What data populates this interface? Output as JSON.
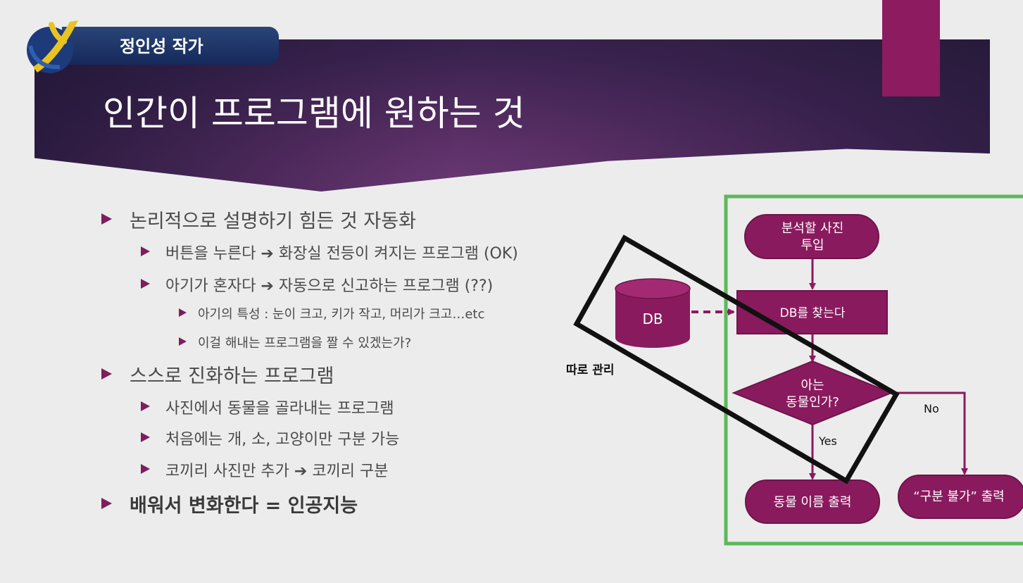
{
  "header": {
    "brand": "정인성 작가",
    "title": "인간이 프로그램에 원하는 것"
  },
  "bullets": [
    {
      "level": 1,
      "text": "논리적으로 설명하기 힘든 것 자동화",
      "bold": false
    },
    {
      "level": 2,
      "text": "버튼을 누른다 ➔ 화장실 전등이 켜지는 프로그램 (OK)",
      "bold": false
    },
    {
      "level": 2,
      "text": "아기가 혼자다 ➔ 자동으로 신고하는 프로그램 (??)",
      "bold": false
    },
    {
      "level": 3,
      "text": "아기의 특성 : 눈이 크고, 키가 작고, 머리가 크고…etc",
      "bold": false
    },
    {
      "level": 3,
      "text": "이걸 해내는 프로그램을 짤 수 있겠는가?",
      "bold": false
    },
    {
      "level": 1,
      "text": "스스로 진화하는 프로그램",
      "bold": false
    },
    {
      "level": 2,
      "text": "사진에서 동물을 골라내는 프로그램",
      "bold": false
    },
    {
      "level": 2,
      "text": "처음에는 개, 소, 고양이만 구분 가능",
      "bold": false
    },
    {
      "level": 2,
      "text": "코끼리 사진만 추가 ➔ 코끼리 구분",
      "bold": false
    },
    {
      "level": 1,
      "text": "배워서 변화한다 = 인공지능",
      "bold": true
    }
  ],
  "flowchart": {
    "start_line1": "분석할 사진",
    "start_line2": "투입",
    "db_label": "DB",
    "find_db": "DB를 찾는다",
    "decision_line1": "아는",
    "decision_line2": "동물인가?",
    "yes_label": "Yes",
    "no_label": "No",
    "output_name": "동물 이름 출력",
    "output_unknown": "“구분 불가” 출력",
    "side_note": "따로 관리"
  },
  "colors": {
    "accent": "#8d1b5f",
    "node_fill": "#8a1a5e",
    "highlight_frame": "#5cb85c",
    "annotation": "#111111",
    "brand_bar": "#1c3166"
  },
  "icons": {
    "logo": "swoosh-logo-icon",
    "bullet": "triangle-bullet-icon",
    "database": "database-cylinder-icon"
  }
}
